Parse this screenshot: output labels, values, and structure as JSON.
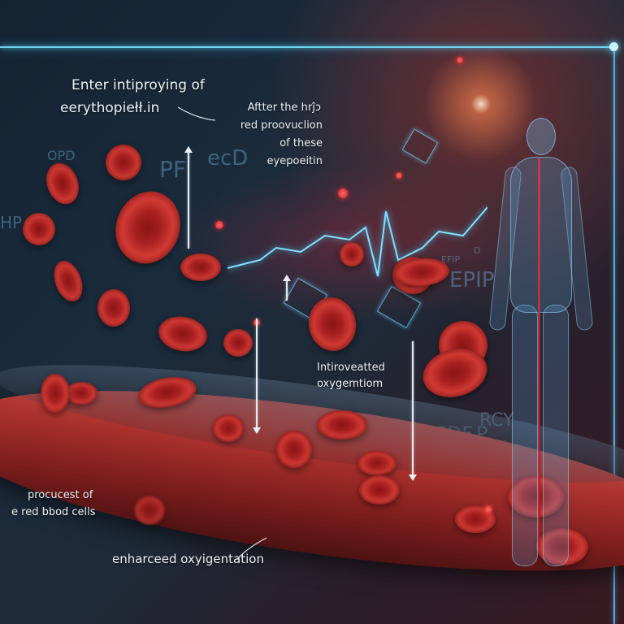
{
  "illustration": {
    "subject": "Erythropoietin and red blood cell production",
    "colors": {
      "background": "#142332",
      "frame_line": "#6fd6f0",
      "blood_cell": "#c8322c",
      "vessel": "#a8302c",
      "glow": "#ff7a4a",
      "label_text": "#eef3f7"
    }
  },
  "labels": {
    "title_line1": "Enter intiproying of",
    "title_line2": "eerythopiełł.in",
    "callout_top_line1": "Aftter the hrĵɔ",
    "callout_top_line2": "red proovuclion",
    "callout_top_line3": "of these",
    "callout_top_line4": "eyepoeitin",
    "callout_mid_line1": "Intiroveatted",
    "callout_mid_line2": "oxygemtiom",
    "callout_bottom_left_line1": "procucest of",
    "callout_bottom_left_line2": "e red bbod cells",
    "callout_bottom": "enharceed oxyigentation"
  },
  "background_labels": [
    "OPD",
    "PF",
    "HP",
    "ecD",
    "EPIP",
    "EFIP",
    "D",
    "CDF.P",
    "RCY"
  ]
}
